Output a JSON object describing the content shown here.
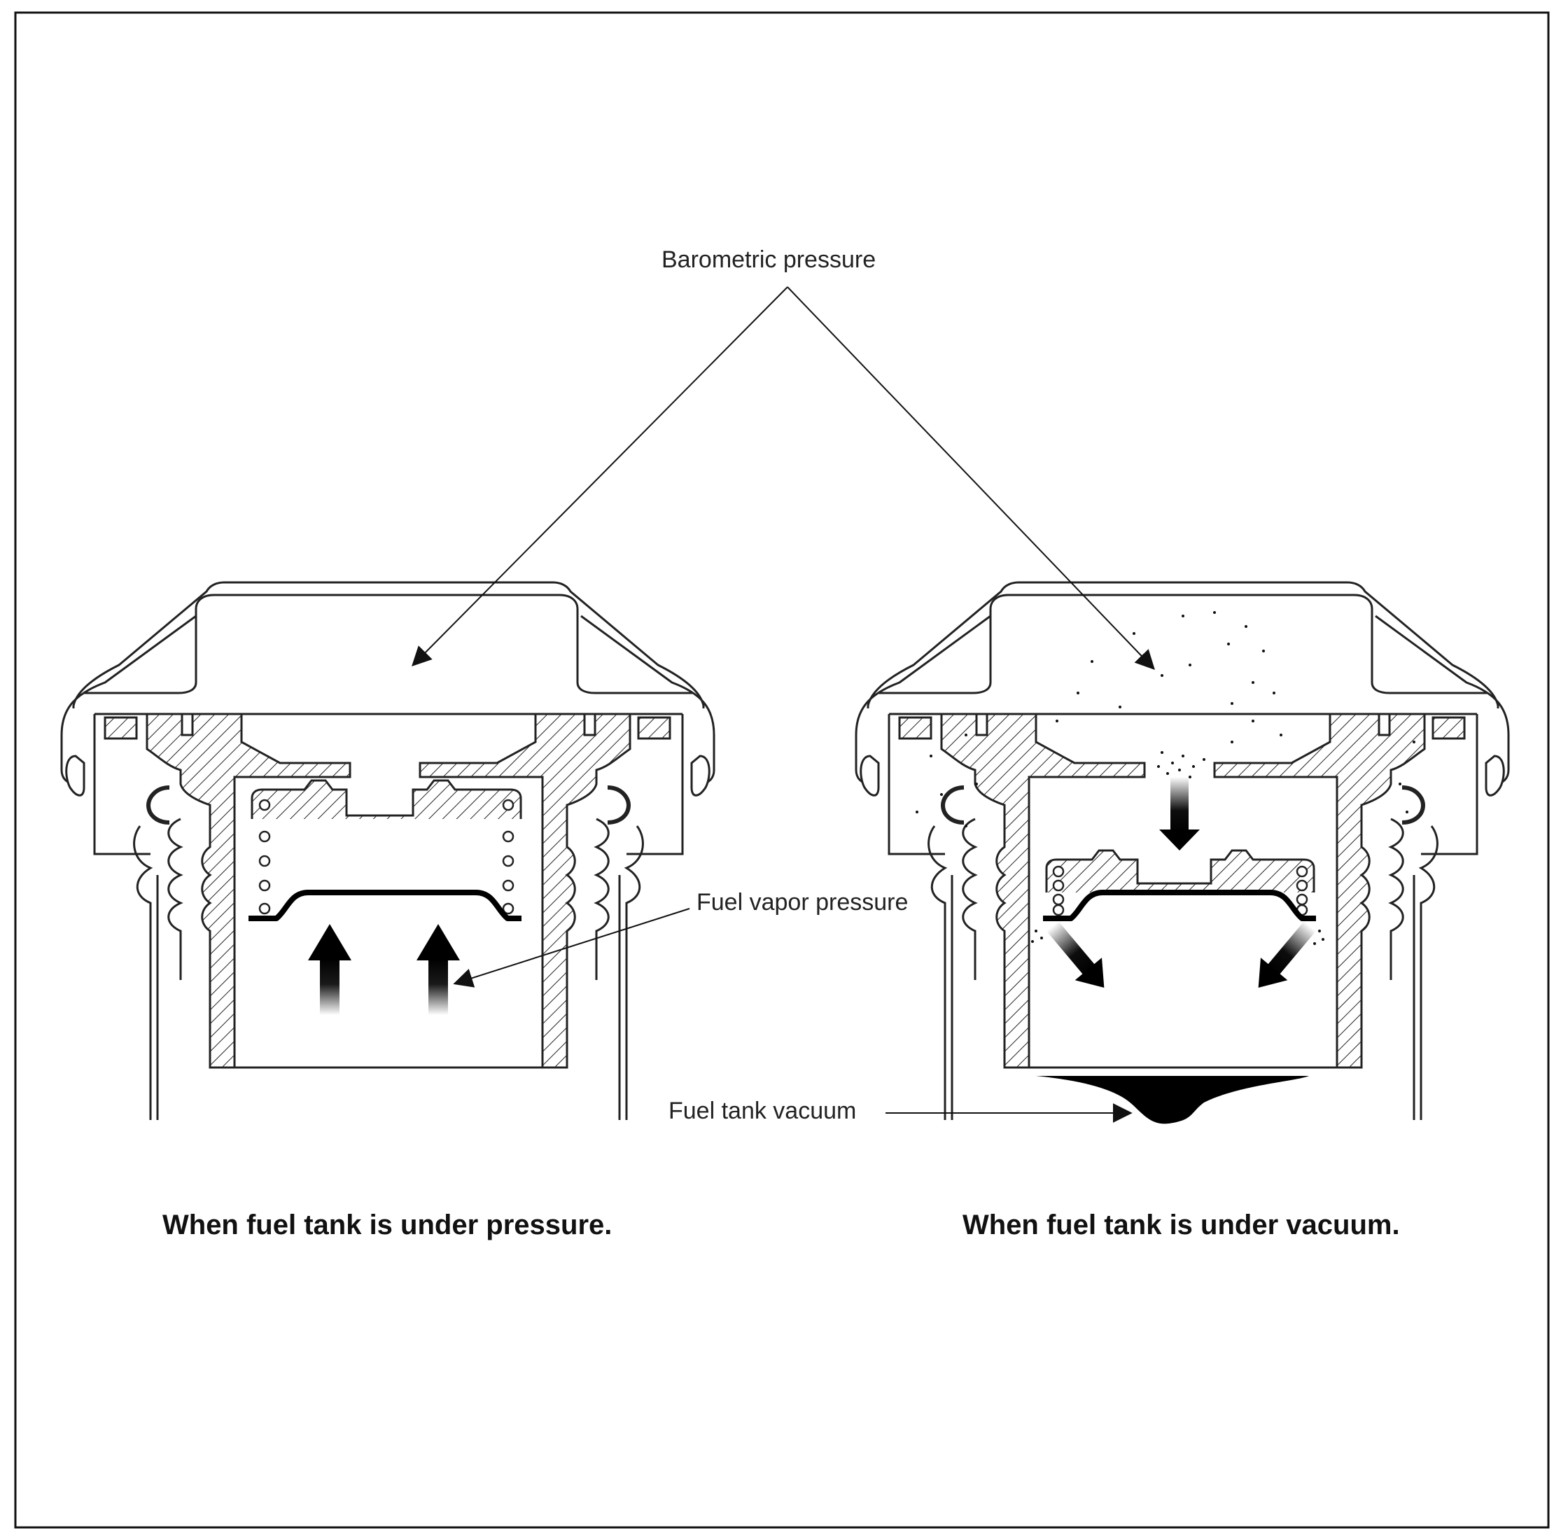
{
  "labels": {
    "barometric_pressure": "Barometric pressure",
    "fuel_vapor_pressure": "Fuel vapor pressure",
    "fuel_tank_vacuum": "Fuel tank vacuum"
  },
  "captions": {
    "pressure": "When fuel tank is under pressure.",
    "vacuum": "When fuel tank is under  vacuum."
  },
  "colors": {
    "ink": "#111111",
    "paper": "#ffffff"
  }
}
